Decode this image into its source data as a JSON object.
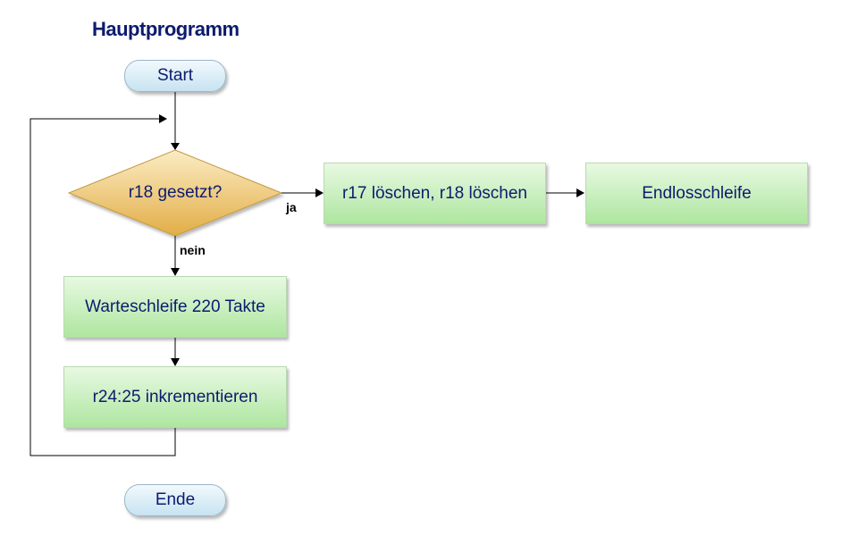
{
  "title": "Hauptprogramm",
  "start": "Start",
  "end": "Ende",
  "decision": "r18 gesetzt?",
  "yes_label": "ja",
  "no_label": "nein",
  "clear_box": "r17 löschen, r18 löschen",
  "endless_box": "Endlosschleife",
  "wait_box": "Warteschleife 220 Takte",
  "incr_box": "r24:25 inkrementieren",
  "colors": {
    "title": "#0d1b6e",
    "process_fill": "#aee6a0",
    "terminal_fill": "#c7e3f1",
    "decision_fill": "#e6b553"
  }
}
